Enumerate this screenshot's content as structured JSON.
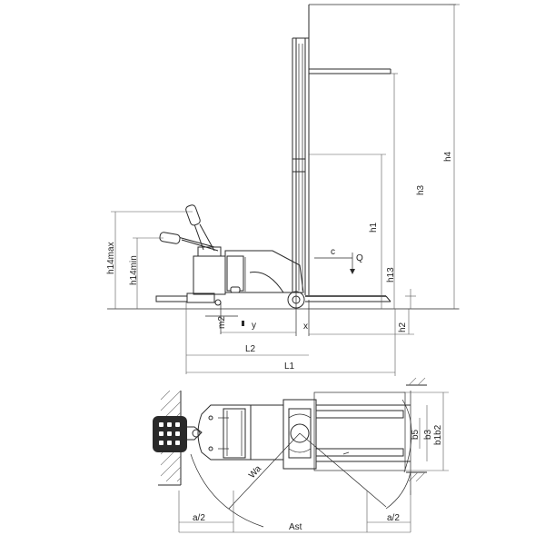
{
  "dimension_labels": {
    "h4": "h4",
    "h3": "h3",
    "h1": "h1",
    "h13": "h13",
    "h2": "h2",
    "h14max": "h14max",
    "h14min": "h14min",
    "c": "c",
    "Q": "Q",
    "m2": "m2",
    "y": "y",
    "x": "x",
    "L2": "L2",
    "L1": "L1",
    "Wa": "Wa",
    "a2_left": "a/2",
    "a2_right": "a/2",
    "Ast": "Ast",
    "b5": "b5",
    "b3": "b3",
    "b1b2": "b1b2"
  }
}
